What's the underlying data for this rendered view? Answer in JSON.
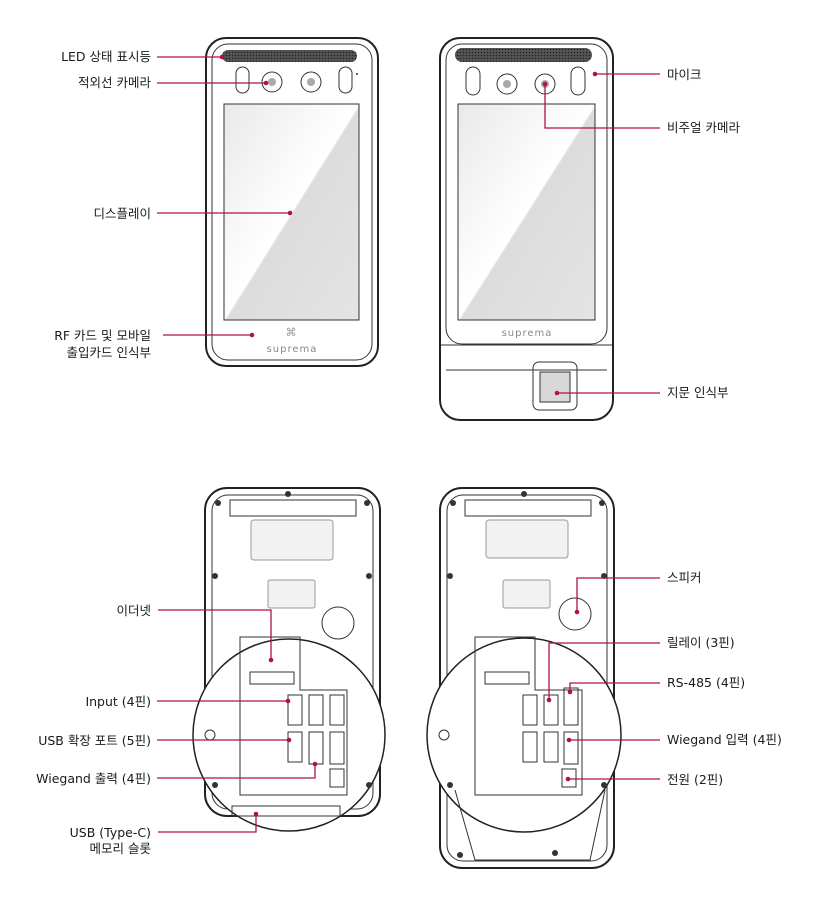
{
  "front_labels": {
    "led": "LED 상태 표시등",
    "ir_camera": "적외선 카메라",
    "display": "디스플레이",
    "rf_line1": "RF 카드 및 모바일",
    "rf_line2": "출입카드 인식부",
    "mic": "마이크",
    "visual_camera": "비주얼 카메라",
    "fingerprint": "지문 인식부"
  },
  "back_labels": {
    "ethernet": "이더넷",
    "input": "Input (4핀)",
    "usb_ext": "USB 확장 포트 (5핀)",
    "wiegand_out": "Wiegand 출력 (4핀)",
    "usb_c_line1": "USB (Type-C)",
    "usb_c_line2": "메모리 슬롯",
    "speaker": "스피커",
    "relay": "릴레이 (3핀)",
    "rs485": "RS-485 (4핀)",
    "wiegand_in": "Wiegand 입력 (4핀)",
    "power": "전원 (2핀)"
  },
  "brand": "suprema",
  "colors": {
    "leader": "#b0133c"
  }
}
